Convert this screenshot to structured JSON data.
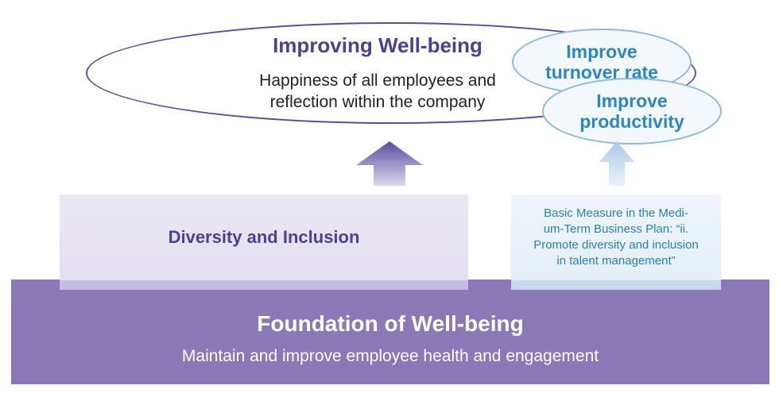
{
  "goal": {
    "title": "Improving Well-being",
    "subtitle_line1": "Happiness of all employees and",
    "subtitle_line2": "reflection within the company"
  },
  "outcomes": {
    "turnover_line1": "Improve",
    "turnover_line2": "turnover rate",
    "productivity_line1": "Improve",
    "productivity_line2": "productivity"
  },
  "pillars": {
    "diversity": "Diversity and Inclusion",
    "measure_line1": "Basic Measure in the Medi-",
    "measure_line2": "um-Term Business Plan: “ii.",
    "measure_line3": "Promote diversity and inclusion",
    "measure_line4": "in talent management”"
  },
  "foundation": {
    "title": "Foundation of Well-being",
    "subtitle": "Maintain and improve employee health and engagement"
  },
  "colors": {
    "purple_primary": "#4e3f96",
    "purple_band": "#8b78b7",
    "blue_accent": "#2a86c8",
    "blue_outline": "#8fb9dd"
  }
}
